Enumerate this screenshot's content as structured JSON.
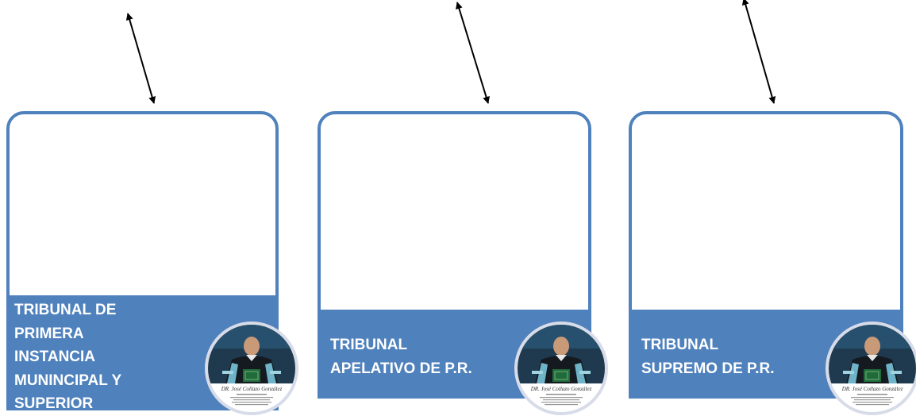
{
  "colors": {
    "card_border": "#4f81bd",
    "band": "#4f81bd",
    "label_text": "#ffffff",
    "arrow": "#000000",
    "badge_ring": "#d7dce8"
  },
  "cards": [
    {
      "label_lines": [
        "TRIBUNAL DE",
        "PRIMERA",
        "INSTANCIA",
        "MUNINCIPAL Y",
        "SUPERIOR"
      ]
    },
    {
      "label_lines": [
        "TRIBUNAL",
        "APELATIVO DE P.R."
      ]
    },
    {
      "label_lines": [
        "TRIBUNAL",
        "SUPREMO DE P.R."
      ]
    }
  ],
  "badge": {
    "name": "DR. José Collazo González",
    "icon": "graduate-portrait"
  }
}
